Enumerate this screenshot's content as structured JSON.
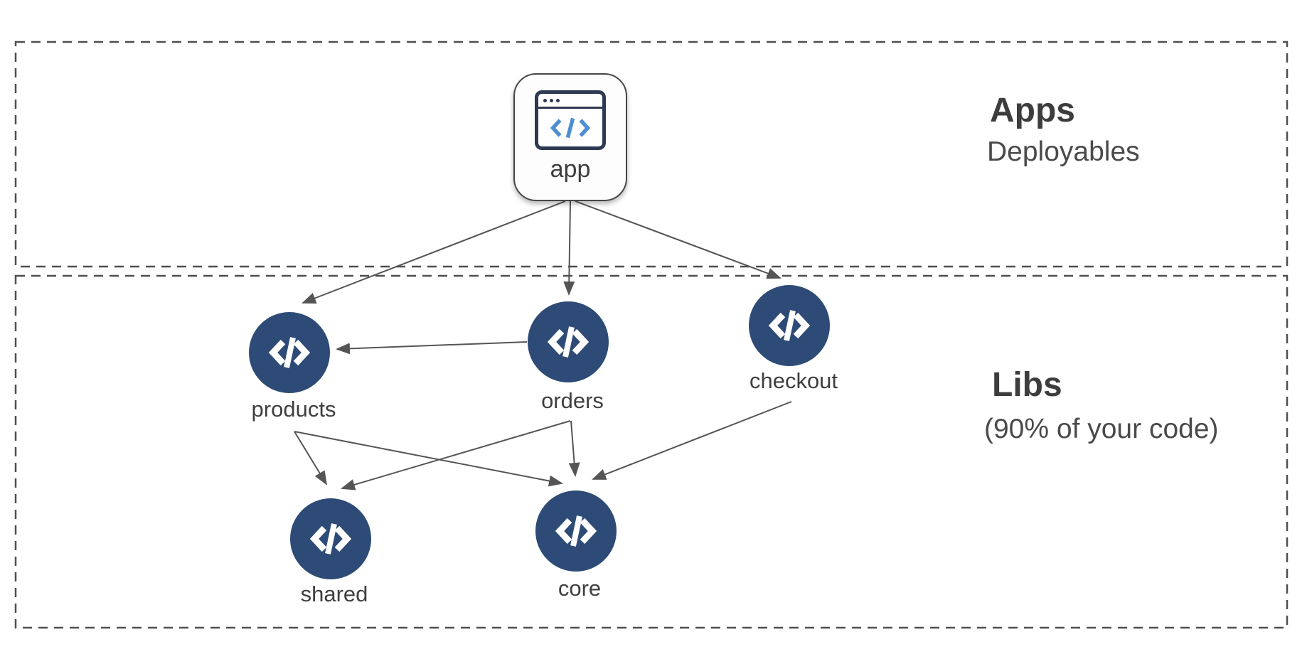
{
  "diagram": {
    "sections": [
      {
        "id": "apps",
        "title": "Apps",
        "subtitle": "Deployables"
      },
      {
        "id": "libs",
        "title": "Libs",
        "subtitle": "(90% of your code)"
      }
    ],
    "nodes": [
      {
        "id": "app",
        "label": "app",
        "kind": "application",
        "section": "apps",
        "icon": "browser-code-icon"
      },
      {
        "id": "products",
        "label": "products",
        "kind": "library",
        "section": "libs",
        "icon": "code-icon"
      },
      {
        "id": "orders",
        "label": "orders",
        "kind": "library",
        "section": "libs",
        "icon": "code-icon"
      },
      {
        "id": "checkout",
        "label": "checkout",
        "kind": "library",
        "section": "libs",
        "icon": "code-icon"
      },
      {
        "id": "shared",
        "label": "shared",
        "kind": "library",
        "section": "libs",
        "icon": "code-icon"
      },
      {
        "id": "core",
        "label": "core",
        "kind": "library",
        "section": "libs",
        "icon": "code-icon"
      }
    ],
    "edges": [
      {
        "from": "app",
        "to": "products"
      },
      {
        "from": "app",
        "to": "orders"
      },
      {
        "from": "app",
        "to": "checkout"
      },
      {
        "from": "orders",
        "to": "products"
      },
      {
        "from": "products",
        "to": "shared"
      },
      {
        "from": "products",
        "to": "core"
      },
      {
        "from": "orders",
        "to": "shared"
      },
      {
        "from": "orders",
        "to": "core"
      },
      {
        "from": "checkout",
        "to": "core"
      }
    ],
    "colors": {
      "node_fill": "#2d4b76",
      "edge": "#555555",
      "section_border": "#4f4f4f",
      "text": "#3d3d3d",
      "app_icon_navy": "#2e3a52",
      "app_icon_blue": "#4e8fd3"
    }
  }
}
